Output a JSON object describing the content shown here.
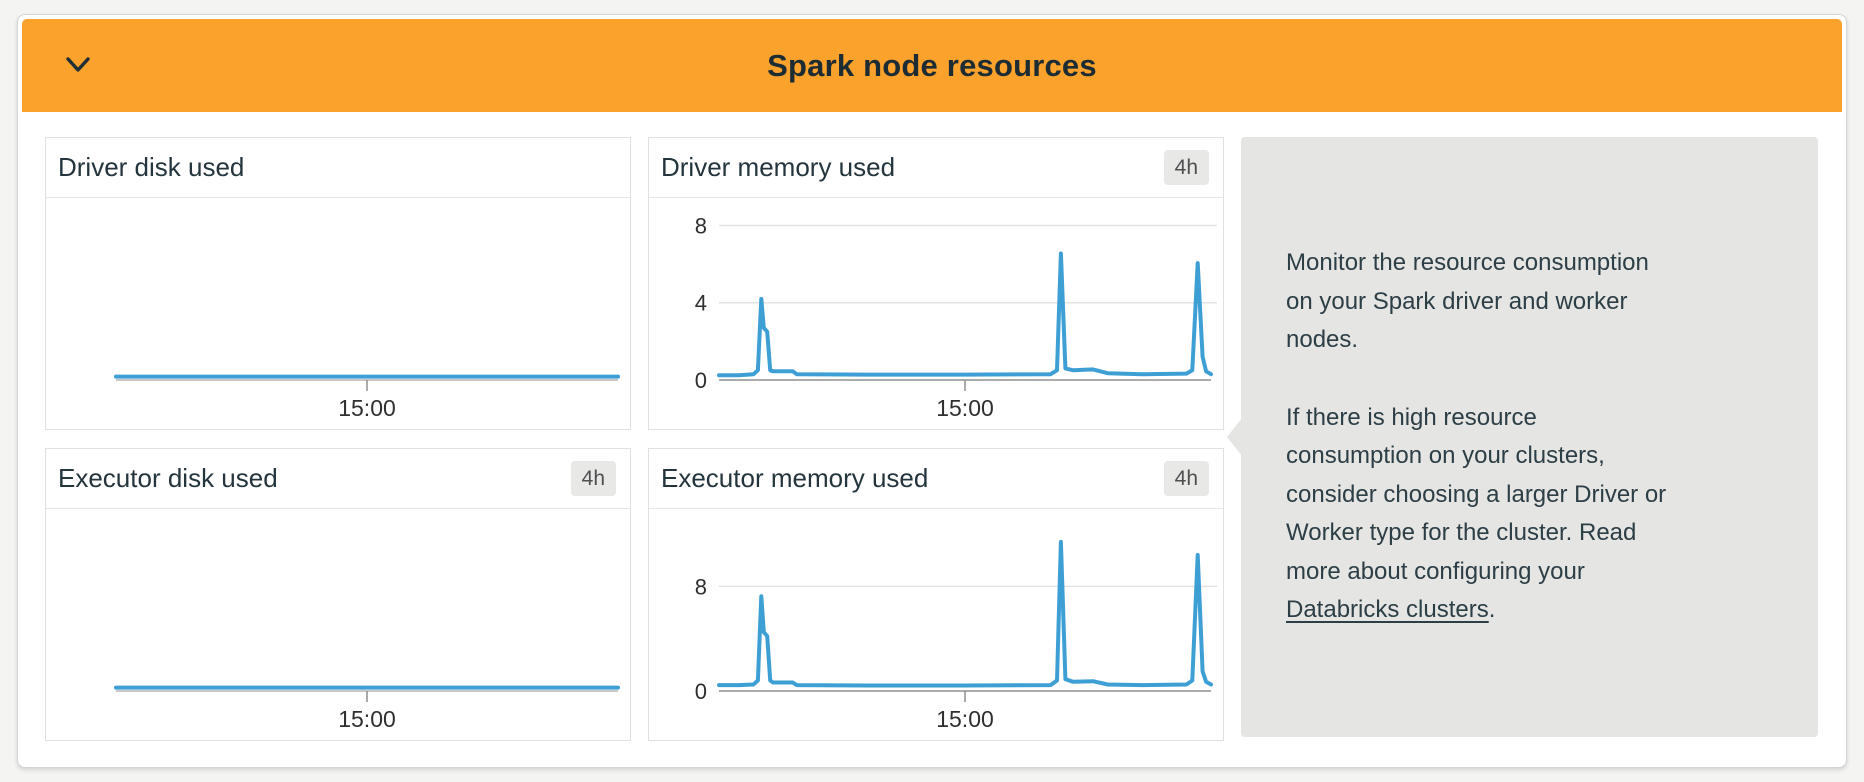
{
  "page": {
    "background": "#f4f4f2"
  },
  "group": {
    "title": "Spark node resources",
    "header_color": "#FAA22C",
    "collapsed": false
  },
  "colors": {
    "line_blue": "#3E9FD5",
    "gridline": "#e3e3e3",
    "axis": "#8f8f8f",
    "axis_light": "#b5b5b5",
    "tick_label": "#2f2f2f"
  },
  "chart_data": [
    {
      "type": "line",
      "title": "Driver disk used",
      "xticks": [
        "15:00"
      ],
      "yticks": [],
      "ylim": [
        0,
        10
      ],
      "grid": false,
      "line_color": "#3E9FD5",
      "series": [
        {
          "name": "driver disk used",
          "points": [
            [
              0,
              0.2
            ],
            [
              1,
              0.2
            ]
          ]
        }
      ]
    },
    {
      "type": "line",
      "title": "Driver memory used",
      "time_range_badge": "4h",
      "xticks": [
        "15:00"
      ],
      "yticks": [
        0,
        4,
        8
      ],
      "ylim": [
        0,
        8.8
      ],
      "grid": true,
      "line_color": "#3E9FD5",
      "series": [
        {
          "name": "driver memory used",
          "points": [
            [
              0,
              0.25
            ],
            [
              0.04,
              0.25
            ],
            [
              0.07,
              0.3
            ],
            [
              0.079,
              0.5
            ],
            [
              0.086,
              4.2
            ],
            [
              0.091,
              2.7
            ],
            [
              0.098,
              2.5
            ],
            [
              0.104,
              0.5
            ],
            [
              0.11,
              0.45
            ],
            [
              0.15,
              0.45
            ],
            [
              0.158,
              0.3
            ],
            [
              0.3,
              0.28
            ],
            [
              0.5,
              0.28
            ],
            [
              0.674,
              0.3
            ],
            [
              0.687,
              0.5
            ],
            [
              0.695,
              6.55
            ],
            [
              0.704,
              0.6
            ],
            [
              0.72,
              0.5
            ],
            [
              0.76,
              0.55
            ],
            [
              0.79,
              0.35
            ],
            [
              0.86,
              0.3
            ],
            [
              0.95,
              0.33
            ],
            [
              0.962,
              0.5
            ],
            [
              0.973,
              6.05
            ],
            [
              0.983,
              1.2
            ],
            [
              0.99,
              0.45
            ],
            [
              1,
              0.3
            ]
          ]
        }
      ]
    },
    {
      "type": "line",
      "title": "Executor disk used",
      "time_range_badge": "4h",
      "xticks": [
        "15:00"
      ],
      "yticks": [],
      "ylim": [
        0,
        10
      ],
      "grid": false,
      "line_color": "#3E9FD5",
      "series": [
        {
          "name": "executor disk used",
          "points": [
            [
              0,
              0.2
            ],
            [
              1,
              0.2
            ]
          ]
        }
      ]
    },
    {
      "type": "line",
      "title": "Executor memory used",
      "time_range_badge": "4h",
      "xticks": [
        "15:00"
      ],
      "yticks": [
        0,
        8
      ],
      "ylim": [
        0,
        13
      ],
      "grid": true,
      "line_color": "#3E9FD5",
      "series": [
        {
          "name": "executor memory used",
          "points": [
            [
              0,
              0.45
            ],
            [
              0.04,
              0.45
            ],
            [
              0.07,
              0.5
            ],
            [
              0.079,
              0.8
            ],
            [
              0.086,
              7.25
            ],
            [
              0.091,
              4.5
            ],
            [
              0.098,
              4.2
            ],
            [
              0.104,
              0.8
            ],
            [
              0.11,
              0.65
            ],
            [
              0.15,
              0.65
            ],
            [
              0.158,
              0.45
            ],
            [
              0.3,
              0.42
            ],
            [
              0.5,
              0.42
            ],
            [
              0.674,
              0.45
            ],
            [
              0.687,
              0.8
            ],
            [
              0.695,
              11.4
            ],
            [
              0.704,
              0.9
            ],
            [
              0.72,
              0.7
            ],
            [
              0.76,
              0.75
            ],
            [
              0.79,
              0.5
            ],
            [
              0.86,
              0.45
            ],
            [
              0.95,
              0.5
            ],
            [
              0.962,
              0.8
            ],
            [
              0.973,
              10.4
            ],
            [
              0.983,
              1.5
            ],
            [
              0.99,
              0.7
            ],
            [
              1,
              0.5
            ]
          ]
        }
      ]
    }
  ],
  "info_panel": {
    "paragraph1_lines": [
      "Monitor the resource consumption",
      "on your Spark driver and worker",
      "nodes."
    ],
    "paragraph2_lines": [
      "If there is high resource",
      "consumption on your clusters,",
      "consider choosing a larger Driver or",
      "Worker type for the cluster. Read",
      "more about configuring your"
    ],
    "link_text": "Databricks clusters",
    "after_link": ".",
    "paragraph1": "Monitor the resource consumption on your Spark driver and worker nodes.",
    "paragraph2": "If there is high resource consumption on your clusters, consider choosing a larger Driver or Worker type for the cluster. Read more about configuring your Databricks clusters."
  }
}
